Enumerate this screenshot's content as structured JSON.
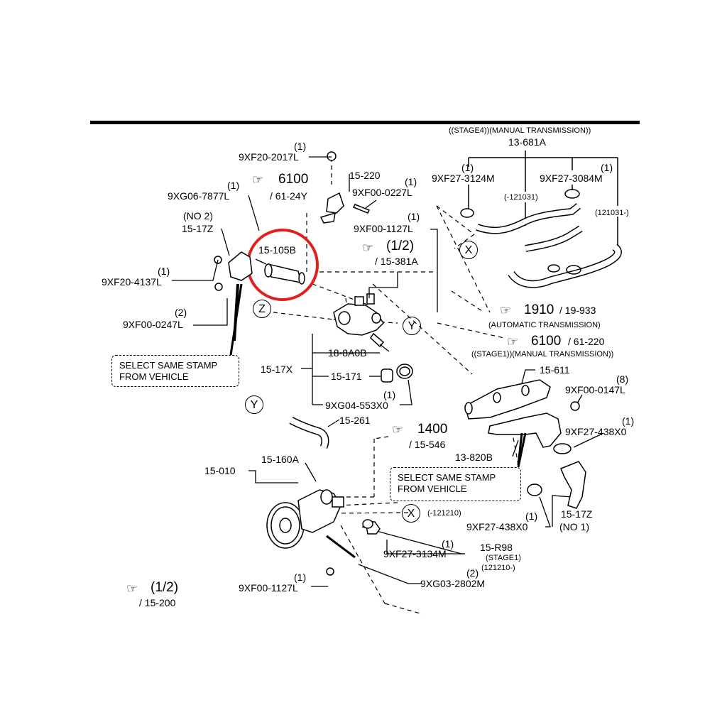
{
  "stage4_header": "((STAGE4))(MANUAL TRANSMISSION))",
  "p_13_681A": "13-681A",
  "p_9XF27_3124M_qty": "(1)",
  "p_9XF27_3124M": "9XF27-3124M",
  "p_9XF27_3084M_qty": "(1)",
  "p_9XF27_3084M": "9XF27-3084M",
  "serial_121031_before": "(-121031)",
  "serial_121031_after": "(121031-)",
  "p_9XF20_2017L_qty": "(1)",
  "p_9XF20_2017L": "9XF20-2017L",
  "p_15_220": "15-220",
  "p_9XF00_0227L_qty": "(1)",
  "p_9XF00_0227L": "9XF00-0227L",
  "ref_6100_a_num": "6100",
  "ref_6100_a_sub": "/ 61-24Y",
  "p_9XG06_7877L_qty": "(1)",
  "p_9XG06_7877L": "9XG06-7877L",
  "p_no2": "(NO 2)",
  "p_15_17Z_top": "15-17Z",
  "p_15_105B": "15-105B",
  "p_9XF00_1127L_top_qty": "(1)",
  "p_9XF00_1127L_top": "9XF00-1127L",
  "ref_1_2_a_num": "(1/2)",
  "ref_1_2_a_sub": "/ 15-381A",
  "p_9XF20_4137L_qty": "(1)",
  "p_9XF20_4137L": "9XF20-4137L",
  "p_9XF00_0247L_qty": "(2)",
  "p_9XF00_0247L": "9XF00-0247L",
  "circle_Z": "Z",
  "circle_Y": "Y",
  "circle_X": "X",
  "ref_1910_num": "1910",
  "ref_1910_sub": "/ 19-933",
  "auto_trans": "(AUTOMATIC TRANSMISSION)",
  "ref_6100_b_num": "6100",
  "ref_6100_b_sub": "/ 61-220",
  "stage1_header": "((STAGE1))(MANUAL TRANSMISSION))",
  "p_18_8A0B": "18-8A0B",
  "p_15_17X": "15-17X",
  "p_15_171": "15-171",
  "p_9XG04_553X0_qty": "(1)",
  "p_9XG04_553X0": "9XG04-553X0",
  "select_stamp_line1": "SELECT SAME STAMP",
  "select_stamp_line2": "FROM VEHICLE",
  "p_15_611": "15-611",
  "p_9XF00_0147L_qty": "(8)",
  "p_9XF00_0147L": "9XF00-0147L",
  "p_9XF27_438X0_top_qty": "(1)",
  "p_9XF27_438X0_top": "9XF27-438X0",
  "p_15_261": "15-261",
  "ref_1400_num": "1400",
  "ref_1400_sub": "/ 15-546",
  "p_13_820B": "13-820B",
  "p_15_010": "15-010",
  "p_15_160A": "15-160A",
  "serial_121210_before": "(-121210)",
  "p_9XF27_438X0_bot_qty": "(1)",
  "p_9XF27_438X0_bot": "9XF27-438X0",
  "p_15_17Z_bot": "15-17Z",
  "p_no1": "(NO 1)",
  "p_9XF27_3134M_qty": "(1)",
  "p_9XF27_3134M": "9XF27-3134M",
  "p_15_R98": "15-R98",
  "stage1_paren": "(STAGE1)",
  "serial_121210_after": "(121210-)",
  "p_9XF00_1127L_bot_qty": "(1)",
  "p_9XF00_1127L_bot": "9XF00-1127L",
  "p_9XG03_2802M_qty": "(2)",
  "p_9XG03_2802M": "9XG03-2802M",
  "ref_1_2_b_num": "(1/2)",
  "ref_1_2_b_sub": "/ 15-200",
  "pointer_icon": "pointing-hand-icon",
  "highlight_color": "#e0201c"
}
